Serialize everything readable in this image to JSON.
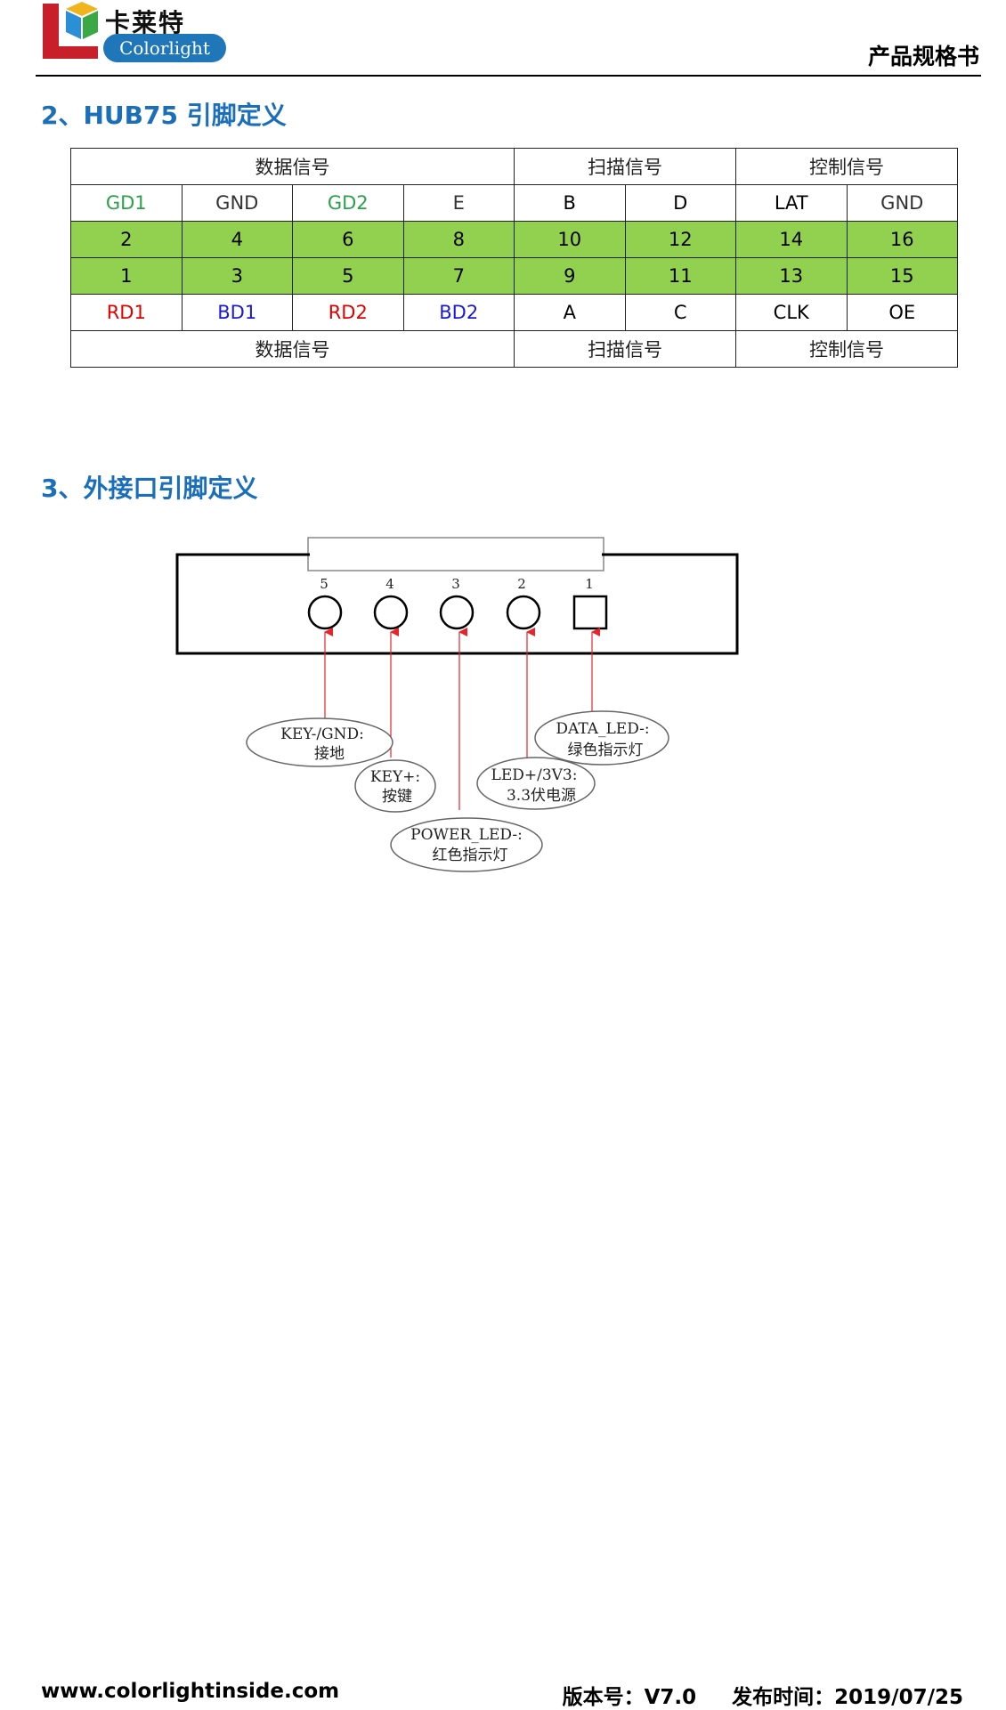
{
  "header": {
    "logo_cn": "卡莱特",
    "logo_en": "Colorlight",
    "doc_title": "产品规格书"
  },
  "section2": {
    "title": "2、HUB75 引脚定义",
    "table": {
      "top_groups": [
        "数据信号",
        "扫描信号",
        "控制信号"
      ],
      "upper_names": [
        "GD1",
        "GND",
        "GD2",
        "E",
        "B",
        "D",
        "LAT",
        "GND"
      ],
      "even_pins": [
        "2",
        "4",
        "6",
        "8",
        "10",
        "12",
        "14",
        "16"
      ],
      "odd_pins": [
        "1",
        "3",
        "5",
        "7",
        "9",
        "11",
        "13",
        "15"
      ],
      "lower_names": [
        "RD1",
        "BD1",
        "RD2",
        "BD2",
        "A",
        "C",
        "CLK",
        "OE"
      ],
      "bottom_groups": [
        "数据信号",
        "扫描信号",
        "控制信号"
      ]
    },
    "colors": {
      "pin_row_fill": "#92d050",
      "green_text": "#2aa24a",
      "red_text": "#e00000",
      "blue_text": "#1a1ad6",
      "title_blue": "#1b6fba"
    }
  },
  "section3": {
    "title": "3、外接口引脚定义",
    "diagram": {
      "pin_numbers": [
        "5",
        "4",
        "3",
        "2",
        "1"
      ],
      "callouts": [
        {
          "line1": "KEY-/GND:",
          "line2": "接地"
        },
        {
          "line1": "KEY+:",
          "line2": "按键"
        },
        {
          "line1": "POWER_LED-:",
          "line2": "红色指示灯"
        },
        {
          "line1": "LED+/3V3:",
          "line2": "3.3伏电源"
        },
        {
          "line1": "DATA_LED-:",
          "line2": "绿色指示灯"
        }
      ],
      "arrow_color": "#e8232a"
    }
  },
  "footer": {
    "website": "www.colorlightinside.com",
    "version": "版本号：V7.0",
    "release": "发布时间：2019/07/25"
  }
}
